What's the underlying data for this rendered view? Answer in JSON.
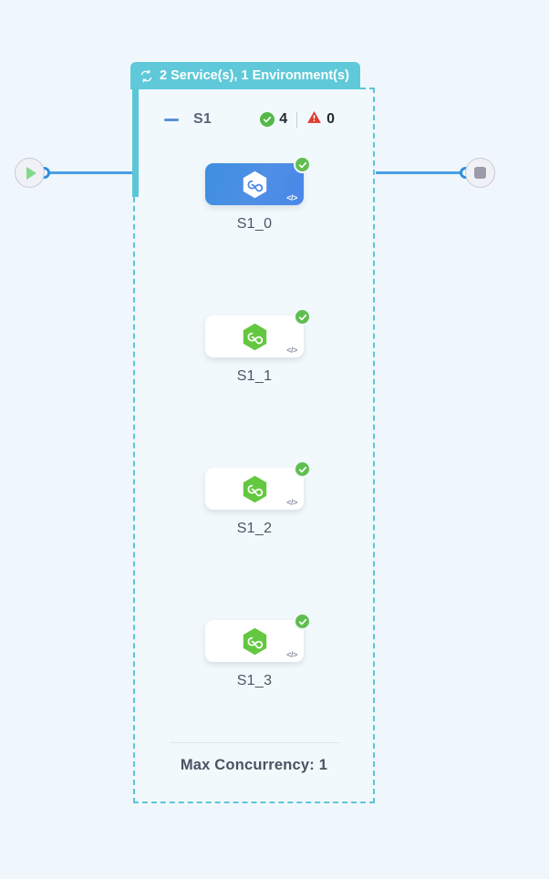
{
  "group": {
    "header_label": "2 Service(s), 1 Environment(s)",
    "header_icon": "refresh-cycle-icon",
    "accent_color": "#5fc9d9",
    "border_color": "#5bc6d8"
  },
  "service": {
    "collapse_icon": "minus-collapse-icon",
    "name": "S1",
    "ok_icon": "check-circle-icon",
    "ok_count": "4",
    "warn_icon": "warning-triangle-icon",
    "warn_count": "0",
    "ok_color": "#54b948",
    "warn_color": "#e03a2f"
  },
  "nodes": [
    {
      "label": "S1_0",
      "icon": "hexagon-infinity-icon",
      "status_icon": "check-circle-icon",
      "code_glyph": "</>",
      "selected": true
    },
    {
      "label": "S1_1",
      "icon": "hexagon-infinity-icon",
      "status_icon": "check-circle-icon",
      "code_glyph": "</>",
      "selected": false
    },
    {
      "label": "S1_2",
      "icon": "hexagon-infinity-icon",
      "status_icon": "check-circle-icon",
      "code_glyph": "</>",
      "selected": false
    },
    {
      "label": "S1_3",
      "icon": "hexagon-infinity-icon",
      "status_icon": "check-circle-icon",
      "code_glyph": "</>",
      "selected": false
    }
  ],
  "footer": {
    "text": "Max Concurrency: 1"
  },
  "terminals": {
    "start_icon": "play-icon",
    "end_icon": "stop-icon"
  },
  "edges": {
    "color": "#4a9fe8"
  }
}
